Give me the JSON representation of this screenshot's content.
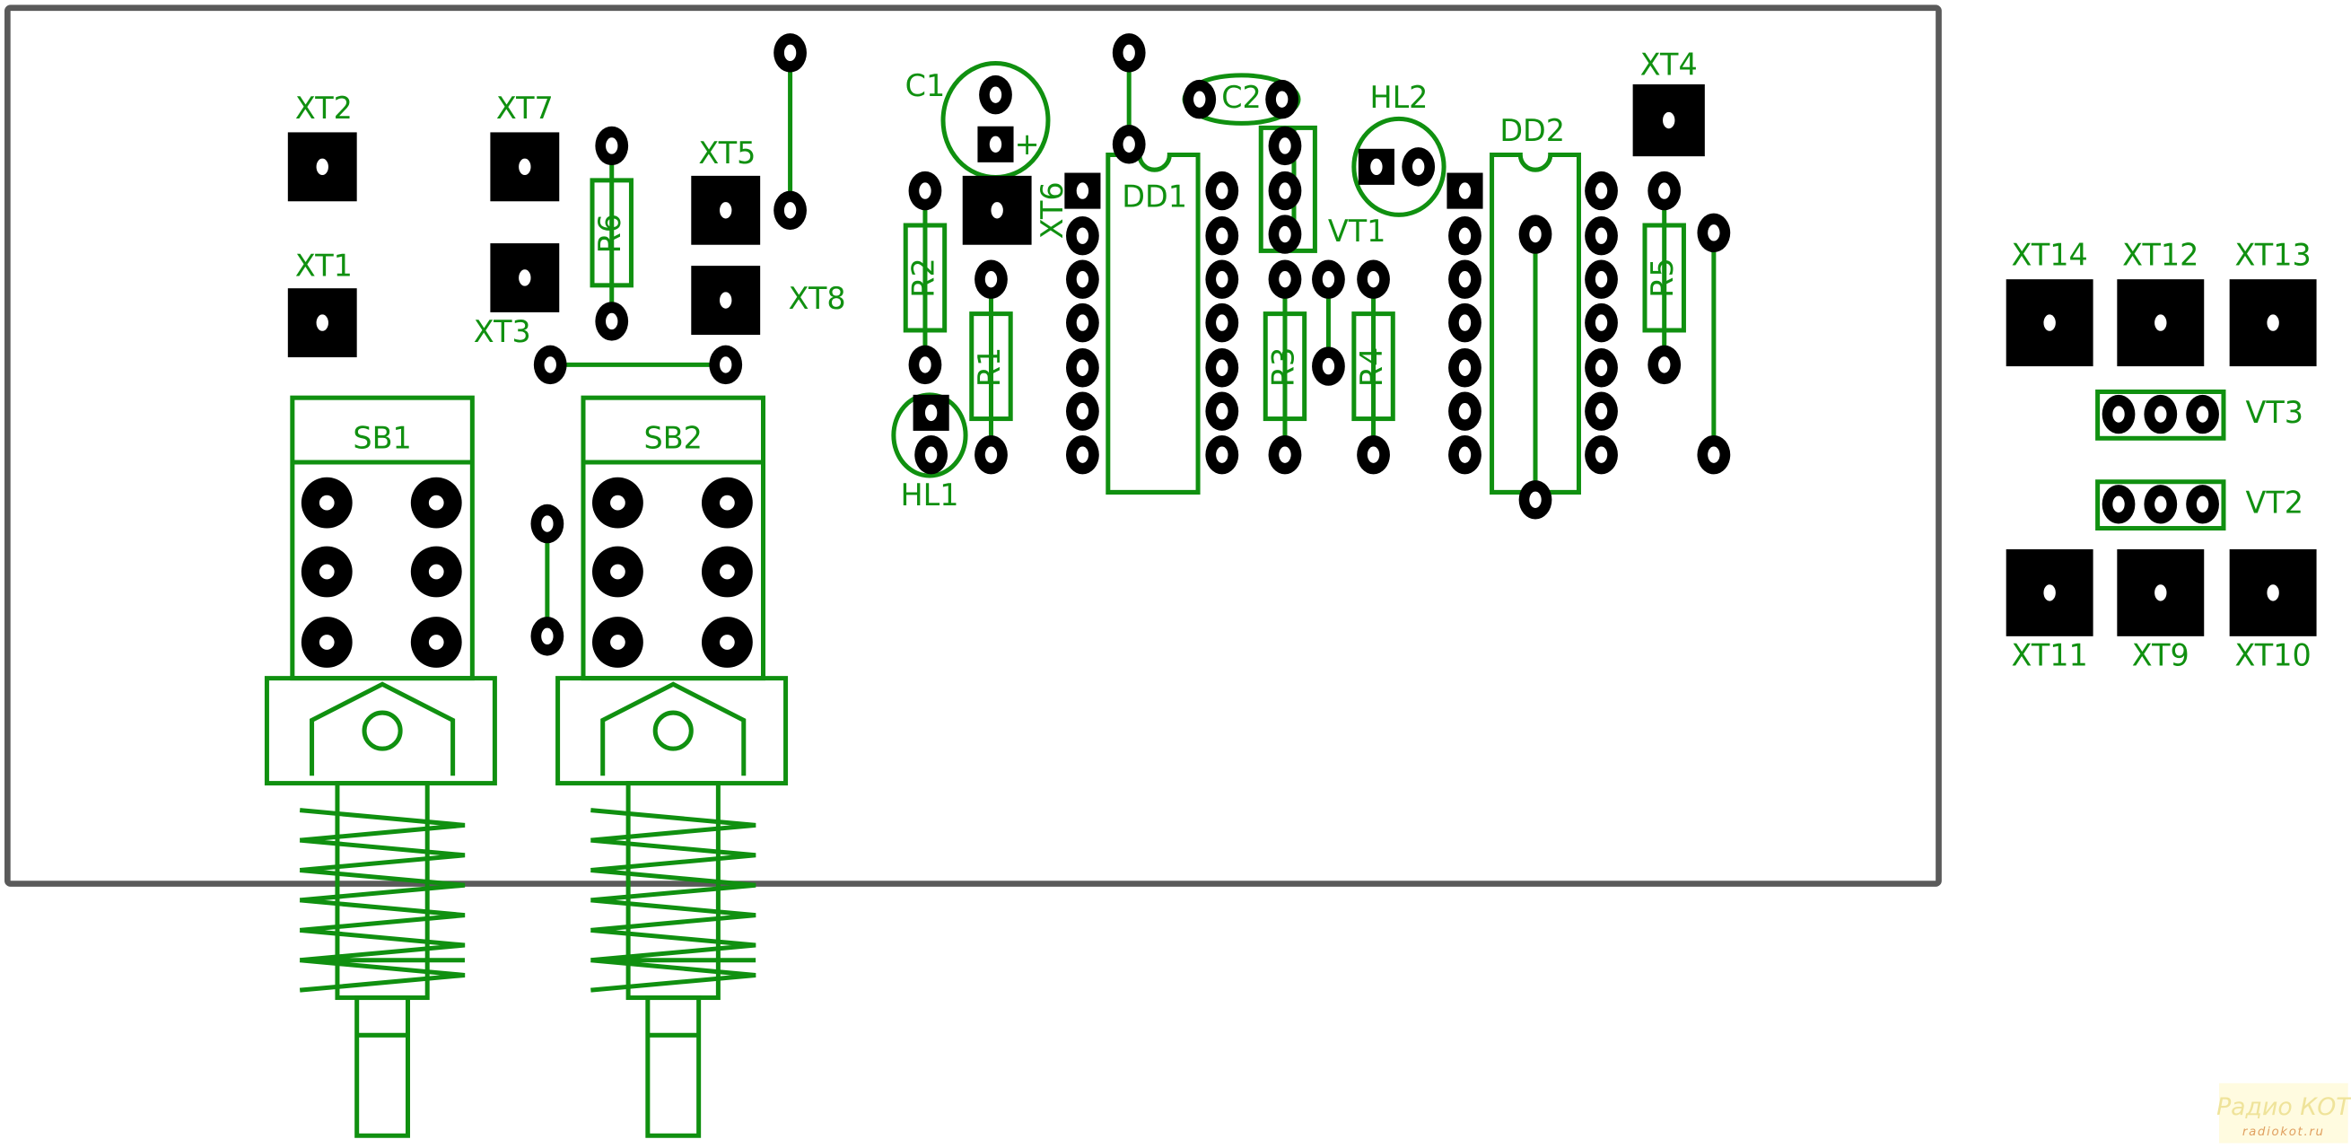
{
  "colors": {
    "silkscreen": "#109010",
    "pads": "#000000",
    "board_outline": "#5a5a5a",
    "background": "#ffffff"
  },
  "labels": {
    "XT1": "XT1",
    "XT2": "XT2",
    "XT3": "XT3",
    "XT4": "XT4",
    "XT5": "XT5",
    "XT6": "XT6",
    "XT7": "XT7",
    "XT8": "XT8",
    "XT9": "XT9",
    "XT10": "XT10",
    "XT11": "XT11",
    "XT12": "XT12",
    "XT13": "XT13",
    "XT14": "XT14",
    "R1": "R1",
    "R2": "R2",
    "R3": "R3",
    "R4": "R4",
    "R5": "R5",
    "R6": "R6",
    "C1": "C1",
    "C2": "C2",
    "C1_polarity": "+",
    "HL1": "HL1",
    "HL2": "HL2",
    "DD1": "DD1",
    "DD2": "DD2",
    "VT1": "VT1",
    "VT2": "VT2",
    "VT3": "VT3",
    "SB1": "SB1",
    "SB2": "SB2"
  },
  "watermark": {
    "title": "Радио КОТ",
    "url": "radiokot.ru"
  }
}
